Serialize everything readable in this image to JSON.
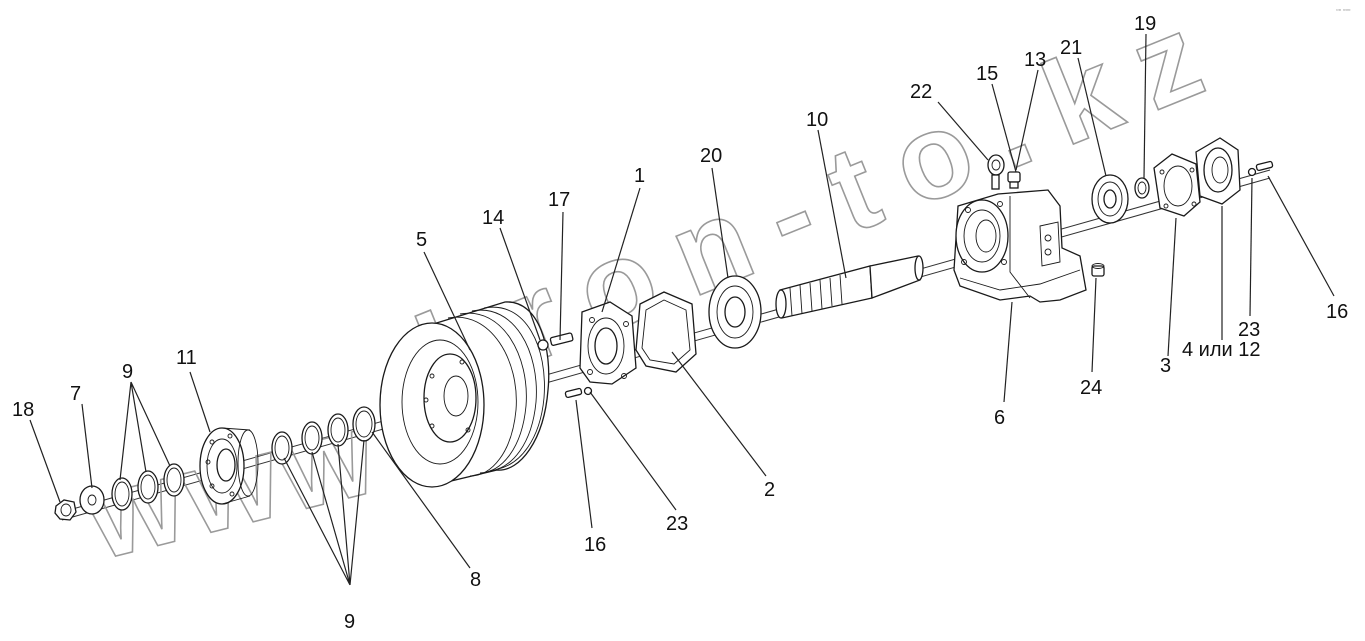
{
  "watermark": {
    "left": "www",
    "right": "kron-to.kz",
    "color": "#9a9a9a"
  },
  "callouts": {
    "c1": "1",
    "c2": "2",
    "c3": "3",
    "c4": "4 или 12",
    "c5": "5",
    "c6": "6",
    "c7": "7",
    "c8": "8",
    "c9a": "9",
    "c9b": "9",
    "c10": "10",
    "c11": "11",
    "c13": "13",
    "c14": "14",
    "c15": "15",
    "c16a": "16",
    "c16b": "16",
    "c17": "17",
    "c18": "18",
    "c19": "19",
    "c20": "20",
    "c21": "21",
    "c22": "22",
    "c23a": "23",
    "c23b": "23",
    "c24": "24"
  }
}
